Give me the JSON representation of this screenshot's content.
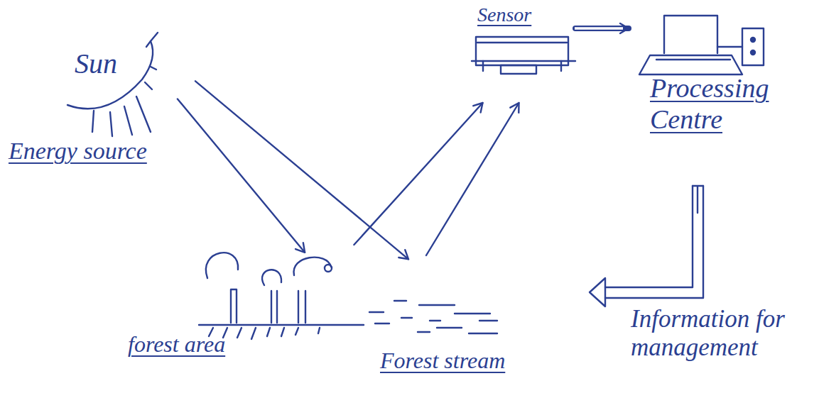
{
  "diagram": {
    "nodes": [
      {
        "text": [
          "Sun",
          "Energy source"
        ]
      },
      {
        "text": [
          "Sensor"
        ]
      },
      {
        "text": [
          "Processing Centre"
        ]
      },
      {
        "text": [
          "forest area"
        ]
      },
      {
        "text": [
          "Forest stream"
        ]
      }
    ],
    "edges": [
      {
        "from": 0,
        "to": 3,
        "arrow": "to"
      },
      {
        "from": 0,
        "to": 4,
        "arrow": "to"
      },
      {
        "from": 3,
        "to": 1,
        "arrow": "to"
      },
      {
        "from": 4,
        "to": 1,
        "arrow": "to"
      },
      {
        "from": 1,
        "to": 2,
        "arrow": "to"
      }
    ],
    "labels": [
      "Information for management"
    ]
  }
}
